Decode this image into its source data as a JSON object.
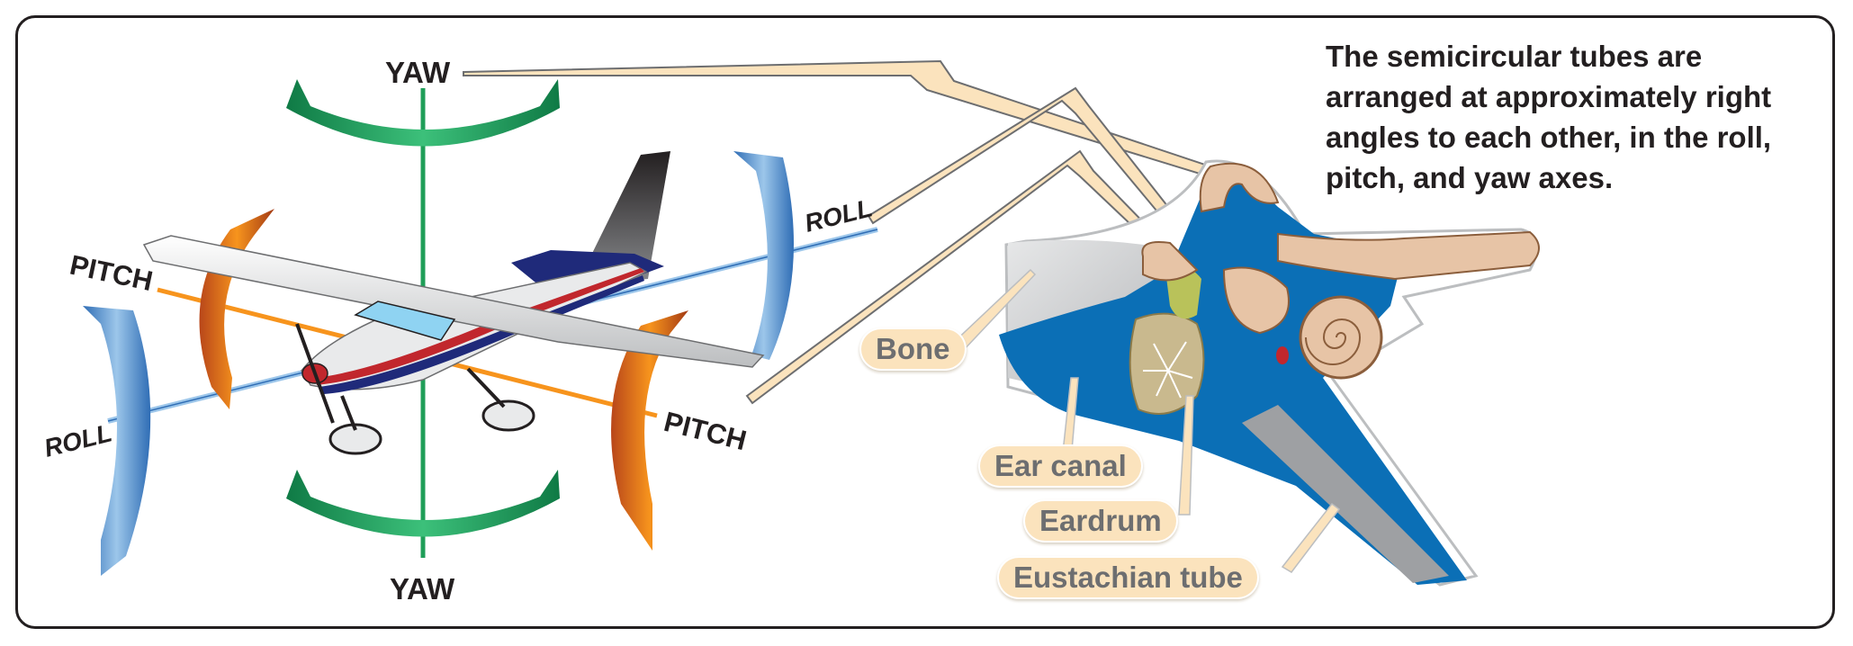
{
  "diagram": {
    "labels": {
      "yaw_top": "YAW",
      "yaw_bottom": "YAW",
      "pitch_left": "PITCH",
      "pitch_right": "PITCH",
      "roll_top": "ROLL",
      "roll_bottom": "ROLL"
    },
    "caption": "The semicircular tubes are arranged at approximately right angles to each other, in the roll, pitch, and yaw axes.",
    "ear_labels": {
      "bone": "Bone",
      "ear_canal": "Ear canal",
      "eardrum": "Eardrum",
      "eustachian_tube": "Eustachian tube"
    },
    "colors": {
      "yaw_arrow": "#1f9e58",
      "pitch_arrow": "#e26a1b",
      "roll_arrow": "#4c86c6",
      "ear_blue": "#0b6fb6",
      "bone": "#e7c4a6",
      "callout": "#fbe3bd"
    }
  }
}
